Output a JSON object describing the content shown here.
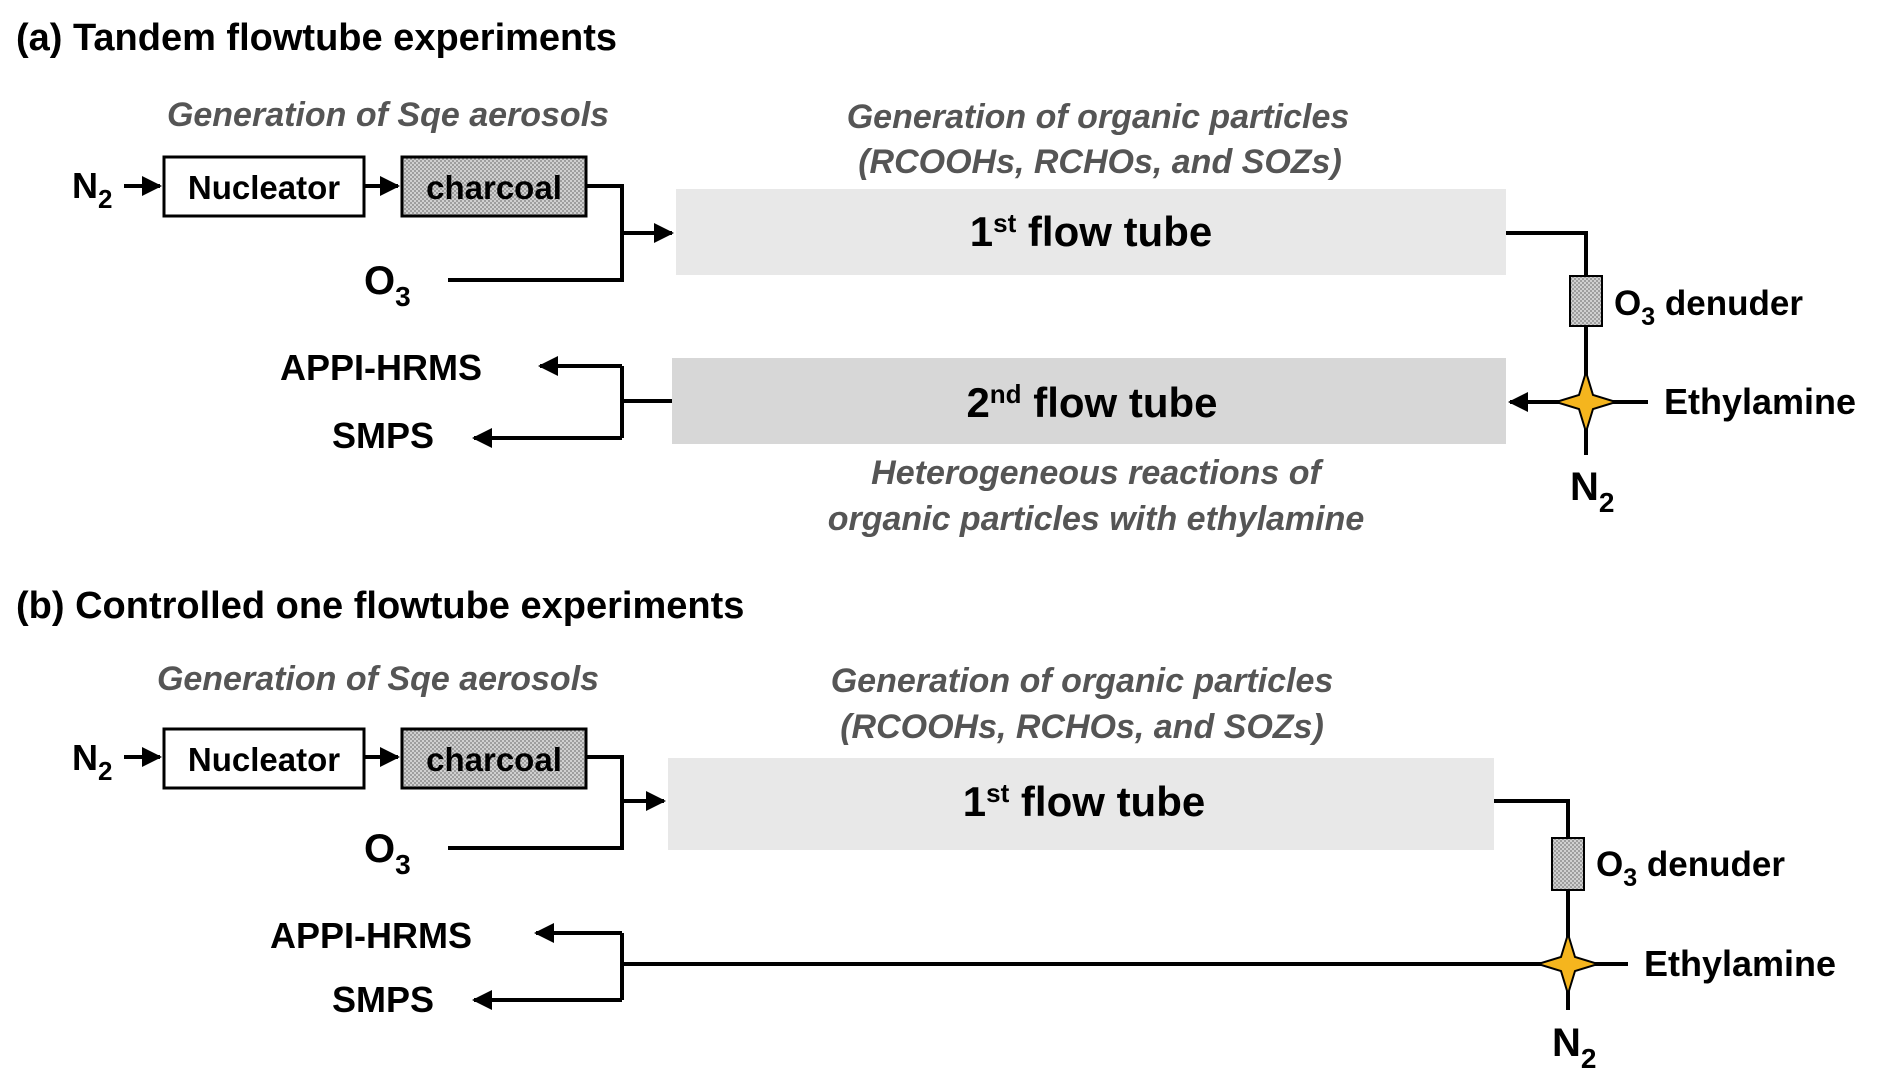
{
  "colors": {
    "tube1": "#e8e8e8",
    "tube2": "#d7d7d7",
    "denuder": "#bdbdbd",
    "star": "#f5b51e",
    "caption": "#555555",
    "line": "#000000"
  },
  "panel_a": {
    "title": "(a) Tandem flowtube experiments",
    "caption_left": "Generation of Sqe aerosols",
    "caption_right_1": "Generation of organic particles",
    "caption_right_2": "(RCOOHs, RCHOs, and SOZs)",
    "n2_main": "N",
    "n2_sub": "2",
    "nucleator": "Nucleator",
    "charcoal": "charcoal",
    "o3_main": "O",
    "o3_sub": "3",
    "tube1_num": "1",
    "tube1_sup": "st",
    "tube1_text": " flow tube",
    "denuder_main": "O",
    "denuder_sub": "3",
    "denuder_text": " denuder",
    "ethylamine": "Ethylamine",
    "n2b_main": "N",
    "n2b_sub": "2",
    "tube2_num": "2",
    "tube2_sup": "nd",
    "tube2_text": " flow tube",
    "appi": "APPI-HRMS",
    "smps": "SMPS",
    "caption_bottom_1": "Heterogeneous reactions of",
    "caption_bottom_2": "organic particles with ethylamine"
  },
  "panel_b": {
    "title": "(b) Controlled one flowtube experiments",
    "caption_left": "Generation of Sqe aerosols",
    "caption_right_1": "Generation of organic particles",
    "caption_right_2": "(RCOOHs, RCHOs, and SOZs)",
    "n2_main": "N",
    "n2_sub": "2",
    "nucleator": "Nucleator",
    "charcoal": "charcoal",
    "o3_main": "O",
    "o3_sub": "3",
    "tube1_num": "1",
    "tube1_sup": "st",
    "tube1_text": " flow tube",
    "denuder_main": "O",
    "denuder_sub": "3",
    "denuder_text": " denuder",
    "ethylamine": "Ethylamine",
    "n2b_main": "N",
    "n2b_sub": "2",
    "appi": "APPI-HRMS",
    "smps": "SMPS"
  }
}
